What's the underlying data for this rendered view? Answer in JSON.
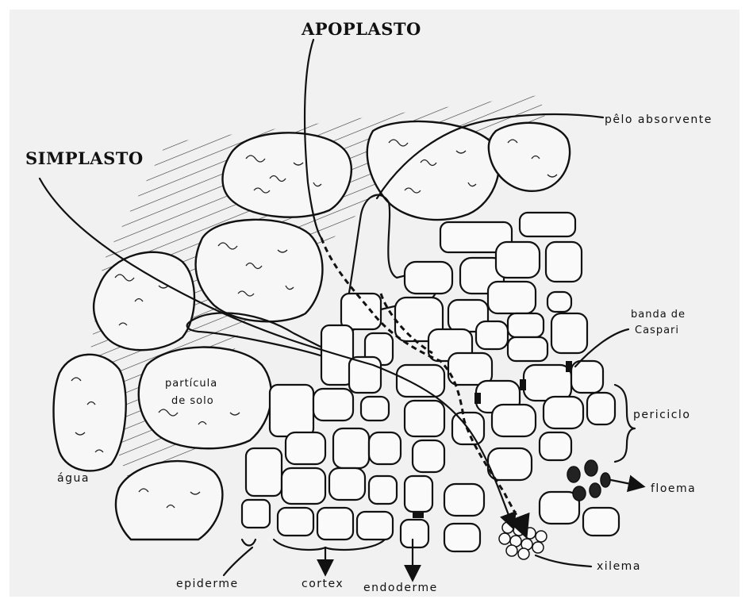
{
  "title_apoplasto": "APOPLASTO",
  "title_simplasto": "SIMPLASTO",
  "labels": {
    "pelo": "pêlo absorvente",
    "banda1": "banda de",
    "banda2": "Caspari",
    "periciclo": "periciclo",
    "floema": "floema",
    "xilema": "xilema",
    "endoderme": "endoderme",
    "cortex": "cortex",
    "epiderme": "epiderme",
    "agua": "água",
    "particula1": "partícula",
    "particula2": "de solo"
  }
}
